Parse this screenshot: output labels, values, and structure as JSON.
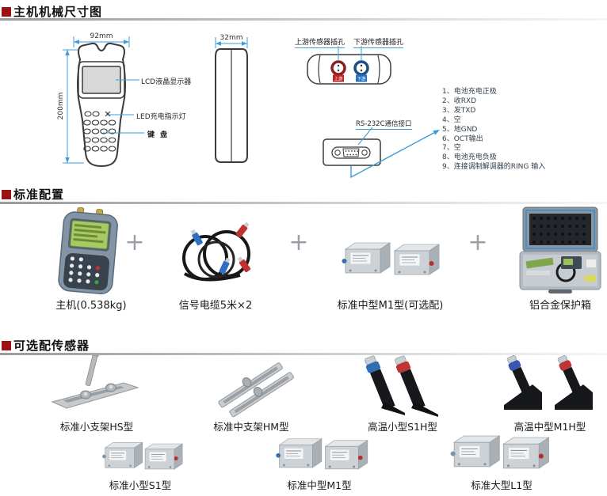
{
  "colors": {
    "accent_red": "#9b1212",
    "dimension_blue": "#3c9cd7",
    "connector_red": "#b03030",
    "connector_blue": "#2e6fc0",
    "divider_gray": "#9a9a9a"
  },
  "sections": {
    "dimensions": {
      "title": "主机机械尺寸图",
      "front_view": {
        "width_label": "92mm",
        "height_label": "200mm",
        "lcd_label": "LCD液晶显示器",
        "led_label": "LED充电指示灯",
        "keypad_label": "键 盘"
      },
      "side_view": {
        "width_label": "32mm"
      },
      "sockets": {
        "upstream_label": "上游传感器插孔",
        "downstream_label": "下游传感器插孔",
        "upstream_tag": "上游",
        "downstream_tag": "下游"
      },
      "rs232": {
        "label": "RS-232C通信接口"
      },
      "pins": [
        "1、电池充电正极",
        "2、收RXD",
        "3、发TXD",
        "4、空",
        "5、地GND",
        "6、OCT输出",
        "7、空",
        "8、电池充电负极",
        "9、连接调制解调器的RING 输入"
      ]
    },
    "standard": {
      "title": "标准配置",
      "plus": "+",
      "items": [
        {
          "label": "主机(0.538kg)"
        },
        {
          "label": "信号电缆5米×2"
        },
        {
          "label": "标准中型M1型(可选配)"
        },
        {
          "label": "铝合金保护箱"
        }
      ]
    },
    "optional": {
      "title": "可选配传感器",
      "row1": [
        {
          "label": "标准小支架HS型"
        },
        {
          "label": "标准中支架HM型"
        },
        {
          "label": "高温小型S1H型"
        },
        {
          "label": "高温中型M1H型"
        }
      ],
      "row2": [
        {
          "label": "标准小型S1型"
        },
        {
          "label": "标准中型M1型"
        },
        {
          "label": "标准大型L1型"
        }
      ]
    }
  }
}
